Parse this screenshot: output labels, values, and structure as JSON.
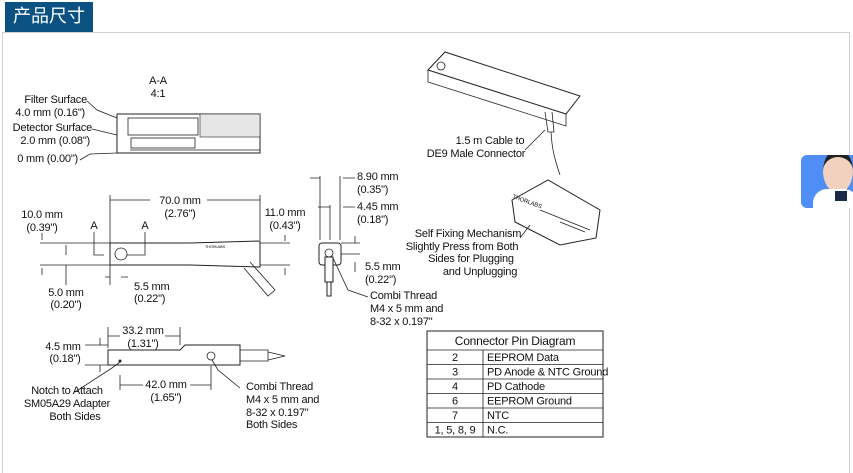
{
  "header": {
    "title": "产品尺寸"
  },
  "drawing": {
    "section": {
      "title": "A-A",
      "scale": "4:1"
    },
    "filter_surface": [
      "Filter Surface",
      "4.0 mm (0.16\")"
    ],
    "detector_surface": [
      "Detector Surface",
      "2.0 mm (0.08\")"
    ],
    "zero": "0 mm (0.00\")",
    "dim_70": [
      "70.0 mm",
      "(2.76\")"
    ],
    "dim_10": [
      "10.0 mm",
      "(0.39\")"
    ],
    "dim_11": [
      "11.0 mm",
      "(0.43\")"
    ],
    "dim_5": [
      "5.0 mm",
      "(0.20\")"
    ],
    "dim_55a": [
      "5.5 mm",
      "(0.22\")"
    ],
    "section_marker": "A",
    "dim_89": [
      "8.90 mm",
      "(0.35\")"
    ],
    "dim_445": [
      "4.45 mm",
      "(0.18\")"
    ],
    "dim_55b": [
      "5.5 mm",
      "(0.22\")"
    ],
    "combi1": [
      "Combi Thread",
      "M4 x 5 mm and",
      "8-32 x 0.197\""
    ],
    "dim_45": [
      "4.5 mm",
      "(0.18\")"
    ],
    "dim_332": [
      "33.2 mm",
      "(1.31\")"
    ],
    "dim_42": [
      "42.0 mm",
      "(1.65\")"
    ],
    "notch": [
      "Notch to Attach",
      "SM05A29 Adapter",
      "Both Sides"
    ],
    "combi2": [
      "Combi Thread",
      "M4 x 5 mm and",
      "8-32 x 0.197\"",
      "Both Sides"
    ],
    "cable": [
      "1.5 m Cable to",
      "DE9 Male Connector"
    ],
    "self_fix": [
      "Self Fixing Mechanism",
      "Slightly Press from Both",
      "Sides for Plugging",
      "and Unplugging"
    ],
    "brand": "THORLABS"
  },
  "pin_table": {
    "title": "Connector Pin Diagram",
    "rows": [
      [
        "2",
        "EEPROM Data"
      ],
      [
        "3",
        "PD Anode & NTC Ground"
      ],
      [
        "4",
        "PD Cathode"
      ],
      [
        "6",
        "EEPROM Ground"
      ],
      [
        "7",
        "NTC"
      ],
      [
        "1, 5, 8, 9",
        "N.C."
      ]
    ]
  }
}
